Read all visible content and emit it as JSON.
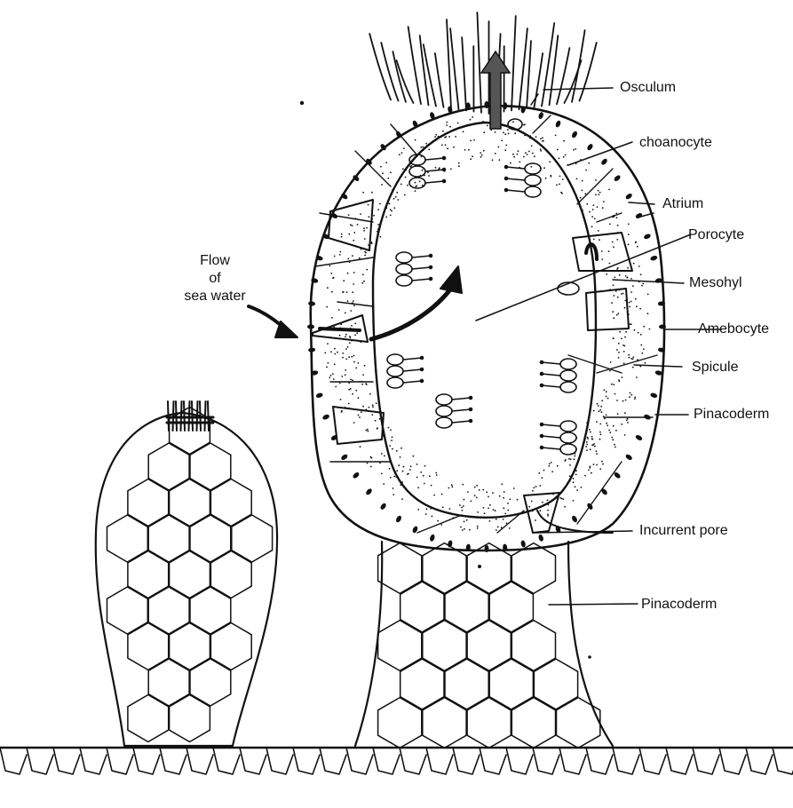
{
  "diagram": {
    "labels": {
      "osculum": "Osculum",
      "choanocyte": "choanocyte",
      "atrium": "Atrium",
      "porocyte": "Porocyte",
      "mesohyl": "Mesohyl",
      "amebocyte": "Amebocyte",
      "spicule": "Spicule",
      "pinacoderm_upper": "Pinacoderm",
      "incurrent_pore": "Incurrent pore",
      "pinacoderm_lower": "Pinacoderm",
      "flow_line1": "Flow",
      "flow_line2": "of",
      "flow_line3": "sea water"
    },
    "colors": {
      "ink": "#111111",
      "arrow_fill": "#555555",
      "background": "#ffffff"
    }
  }
}
